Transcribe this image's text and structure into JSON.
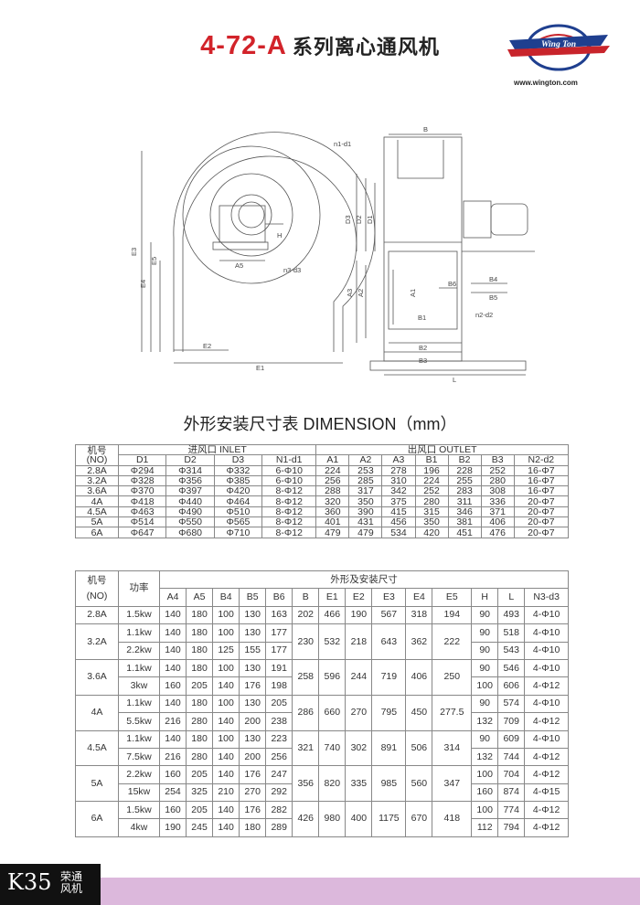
{
  "header": {
    "code": "4-72-A",
    "name": "系列离心通风机",
    "logo_text": "Wing Ton",
    "website": "www.wington.com"
  },
  "drawing_labels": {
    "b": "B",
    "n1d1": "n1-d1",
    "d3": "D3",
    "d2": "D2",
    "d1": "D1",
    "h": "H",
    "a5": "A5",
    "n3d3": "n3-d3",
    "e3": "E3",
    "e4": "E4",
    "e5": "E5",
    "e2": "E2",
    "e1": "E1",
    "a3": "A3",
    "a2": "A2",
    "a1": "A1",
    "b6": "B6",
    "b4": "B4",
    "b5": "B5",
    "n2d2": "n2-d2",
    "b1": "B1",
    "b2": "B2",
    "b3": "B3",
    "l": "L"
  },
  "subtitle": "外形安装尺寸表 DIMENSION（mm）",
  "table1": {
    "model_header": "机号\n(NO)",
    "inlet_header": "进风口 INLET",
    "outlet_header": "出风口 OUTLET",
    "columns": [
      "D1",
      "D2",
      "D3",
      "N1-d1",
      "A1",
      "A2",
      "A3",
      "B1",
      "B2",
      "B3",
      "N2-d2"
    ],
    "rows": [
      [
        "2.8A",
        "Φ294",
        "Φ314",
        "Φ332",
        "6-Φ10",
        "224",
        "253",
        "278",
        "196",
        "228",
        "252",
        "16-Φ7"
      ],
      [
        "3.2A",
        "Φ328",
        "Φ356",
        "Φ385",
        "6-Φ10",
        "256",
        "285",
        "310",
        "224",
        "255",
        "280",
        "16-Φ7"
      ],
      [
        "3.6A",
        "Φ370",
        "Φ397",
        "Φ420",
        "8-Φ12",
        "288",
        "317",
        "342",
        "252",
        "283",
        "308",
        "16-Φ7"
      ],
      [
        "4A",
        "Φ418",
        "Φ440",
        "Φ464",
        "8-Φ12",
        "320",
        "350",
        "375",
        "280",
        "311",
        "336",
        "20-Φ7"
      ],
      [
        "4.5A",
        "Φ463",
        "Φ490",
        "Φ510",
        "8-Φ12",
        "360",
        "390",
        "415",
        "315",
        "346",
        "371",
        "20-Φ7"
      ],
      [
        "5A",
        "Φ514",
        "Φ550",
        "Φ565",
        "8-Φ12",
        "401",
        "431",
        "456",
        "350",
        "381",
        "406",
        "20-Φ7"
      ],
      [
        "6A",
        "Φ647",
        "Φ680",
        "Φ710",
        "8-Φ12",
        "479",
        "479",
        "534",
        "420",
        "451",
        "476",
        "20-Φ7"
      ]
    ]
  },
  "table2": {
    "model_header": "机号\n(NO)",
    "power_header": "功率",
    "group_header": "外形及安装尺寸",
    "columns": [
      "A4",
      "A5",
      "B4",
      "B5",
      "B6",
      "B",
      "E1",
      "E2",
      "E3",
      "E4",
      "E5",
      "H",
      "L",
      "N3-d3"
    ],
    "groups": [
      {
        "model": "2.8A",
        "shared": [
          "202",
          "466",
          "190",
          "567",
          "318",
          "194"
        ],
        "rows": [
          {
            "power": "1.5kw",
            "a": [
              "140",
              "180",
              "100",
              "130",
              "163"
            ],
            "tail": [
              "90",
              "493",
              "4-Φ10"
            ]
          }
        ]
      },
      {
        "model": "3.2A",
        "shared": [
          "230",
          "532",
          "218",
          "643",
          "362",
          "222"
        ],
        "rows": [
          {
            "power": "1.1kw",
            "a": [
              "140",
              "180",
              "100",
              "130",
              "177"
            ],
            "tail": [
              "90",
              "518",
              "4-Φ10"
            ]
          },
          {
            "power": "2.2kw",
            "a": [
              "140",
              "180",
              "125",
              "155",
              "177"
            ],
            "tail": [
              "90",
              "543",
              "4-Φ10"
            ]
          }
        ]
      },
      {
        "model": "3.6A",
        "shared": [
          "258",
          "596",
          "244",
          "719",
          "406",
          "250"
        ],
        "rows": [
          {
            "power": "1.1kw",
            "a": [
              "140",
              "180",
              "100",
              "130",
              "191"
            ],
            "tail": [
              "90",
              "546",
              "4-Φ10"
            ]
          },
          {
            "power": "3kw",
            "a": [
              "160",
              "205",
              "140",
              "176",
              "198"
            ],
            "tail": [
              "100",
              "606",
              "4-Φ12"
            ]
          }
        ]
      },
      {
        "model": "4A",
        "shared": [
          "286",
          "660",
          "270",
          "795",
          "450",
          "277.5"
        ],
        "rows": [
          {
            "power": "1.1kw",
            "a": [
              "140",
              "180",
              "100",
              "130",
              "205"
            ],
            "tail": [
              "90",
              "574",
              "4-Φ10"
            ]
          },
          {
            "power": "5.5kw",
            "a": [
              "216",
              "280",
              "140",
              "200",
              "238"
            ],
            "tail": [
              "132",
              "709",
              "4-Φ12"
            ]
          }
        ]
      },
      {
        "model": "4.5A",
        "shared": [
          "321",
          "740",
          "302",
          "891",
          "506",
          "314"
        ],
        "rows": [
          {
            "power": "1.1kw",
            "a": [
              "140",
              "180",
              "100",
              "130",
              "223"
            ],
            "tail": [
              "90",
              "609",
              "4-Φ10"
            ]
          },
          {
            "power": "7.5kw",
            "a": [
              "216",
              "280",
              "140",
              "200",
              "256"
            ],
            "tail": [
              "132",
              "744",
              "4-Φ12"
            ]
          }
        ]
      },
      {
        "model": "5A",
        "shared": [
          "356",
          "820",
          "335",
          "985",
          "560",
          "347"
        ],
        "rows": [
          {
            "power": "2.2kw",
            "a": [
              "160",
              "205",
              "140",
              "176",
              "247"
            ],
            "tail": [
              "100",
              "704",
              "4-Φ12"
            ]
          },
          {
            "power": "15kw",
            "a": [
              "254",
              "325",
              "210",
              "270",
              "292"
            ],
            "tail": [
              "160",
              "874",
              "4-Φ15"
            ]
          }
        ]
      },
      {
        "model": "6A",
        "shared": [
          "426",
          "980",
          "400",
          "1175",
          "670",
          "418"
        ],
        "rows": [
          {
            "power": "1.5kw",
            "a": [
              "160",
              "205",
              "140",
              "176",
              "282"
            ],
            "tail": [
              "100",
              "774",
              "4-Φ12"
            ]
          },
          {
            "power": "4kw",
            "a": [
              "190",
              "245",
              "140",
              "180",
              "289"
            ],
            "tail": [
              "112",
              "794",
              "4-Φ12"
            ]
          }
        ]
      }
    ]
  },
  "footer": {
    "page": "K35",
    "brand": "荣通风机"
  },
  "colors": {
    "title_red": "#d2232a",
    "footer_bar": "#dcb8dc",
    "logo_red": "#c8242b",
    "logo_blue": "#1f3f8f"
  }
}
